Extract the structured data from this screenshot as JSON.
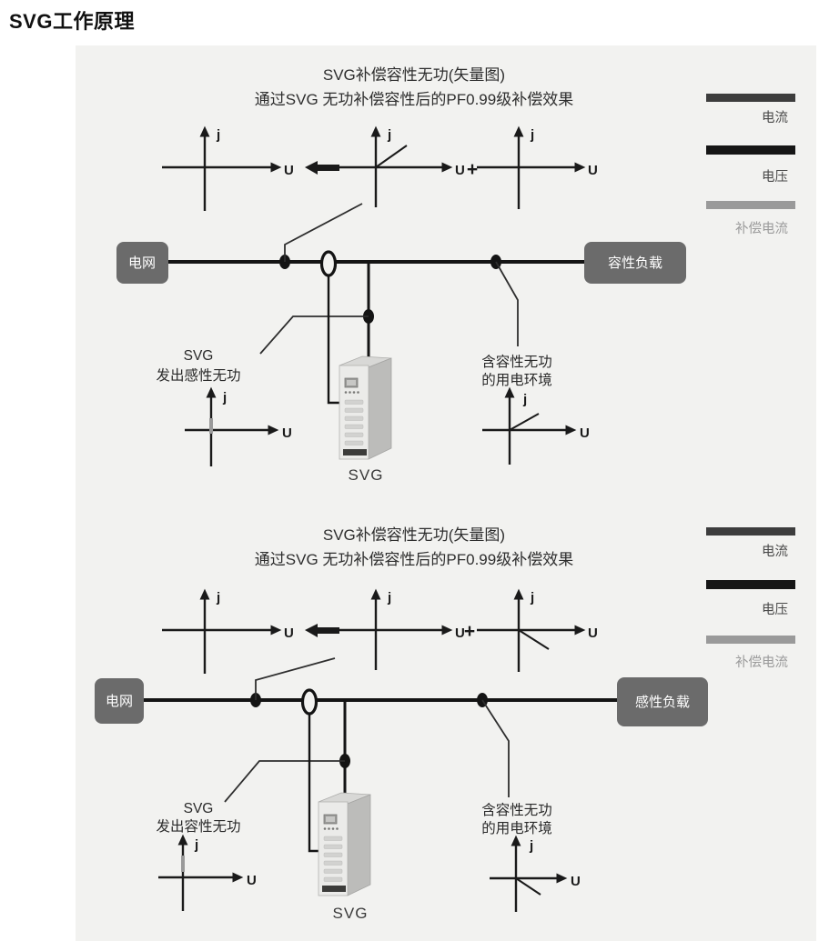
{
  "page_title": "SVG工作原理",
  "colors": {
    "panel_background": "#f2f2f0",
    "grid_box": "#6b6b6b",
    "load_box": "#6b6b6b",
    "line_color": "#1c1c1c"
  },
  "panels": [
    {
      "title": "SVG补偿容性无功(矢量图)",
      "subtitle": "通过SVG 无功补偿容性后的PF0.99级补偿效果",
      "legend": [
        {
          "label": "电流",
          "color": "#3d3d3d",
          "text_color": "#4a4a4a"
        },
        {
          "label": "电压",
          "color": "#161616",
          "text_color": "#4a4a4a"
        },
        {
          "label": "补偿电流",
          "color": "#9a9a9a",
          "text_color": "#9b9b9b"
        }
      ],
      "axis_j": "j",
      "axis_u": "U",
      "plus_sign": "+",
      "grid_label": "电网",
      "load_label": "容性负载",
      "svg_source_label_line1": "SVG",
      "svg_source_label_line2": "发出感性无功",
      "env_label_line1": "含容性无功",
      "env_label_line2": "的用电环境",
      "device_label": "SVG"
    },
    {
      "title": "SVG补偿容性无功(矢量图)",
      "subtitle": "通过SVG 无功补偿容性后的PF0.99级补偿效果",
      "legend": [
        {
          "label": "电流",
          "color": "#3d3d3d",
          "text_color": "#4a4a4a"
        },
        {
          "label": "电压",
          "color": "#161616",
          "text_color": "#4a4a4a"
        },
        {
          "label": "补偿电流",
          "color": "#9a9a9a",
          "text_color": "#9b9b9b"
        }
      ],
      "axis_j": "j",
      "axis_u": "U",
      "plus_sign": "+",
      "grid_label": "电网",
      "load_label": "感性负载",
      "svg_source_label_line1": "SVG",
      "svg_source_label_line2": "发出容性无功",
      "env_label_line1": "含容性无功",
      "env_label_line2": "的用电环境",
      "device_label": "SVG"
    }
  ]
}
